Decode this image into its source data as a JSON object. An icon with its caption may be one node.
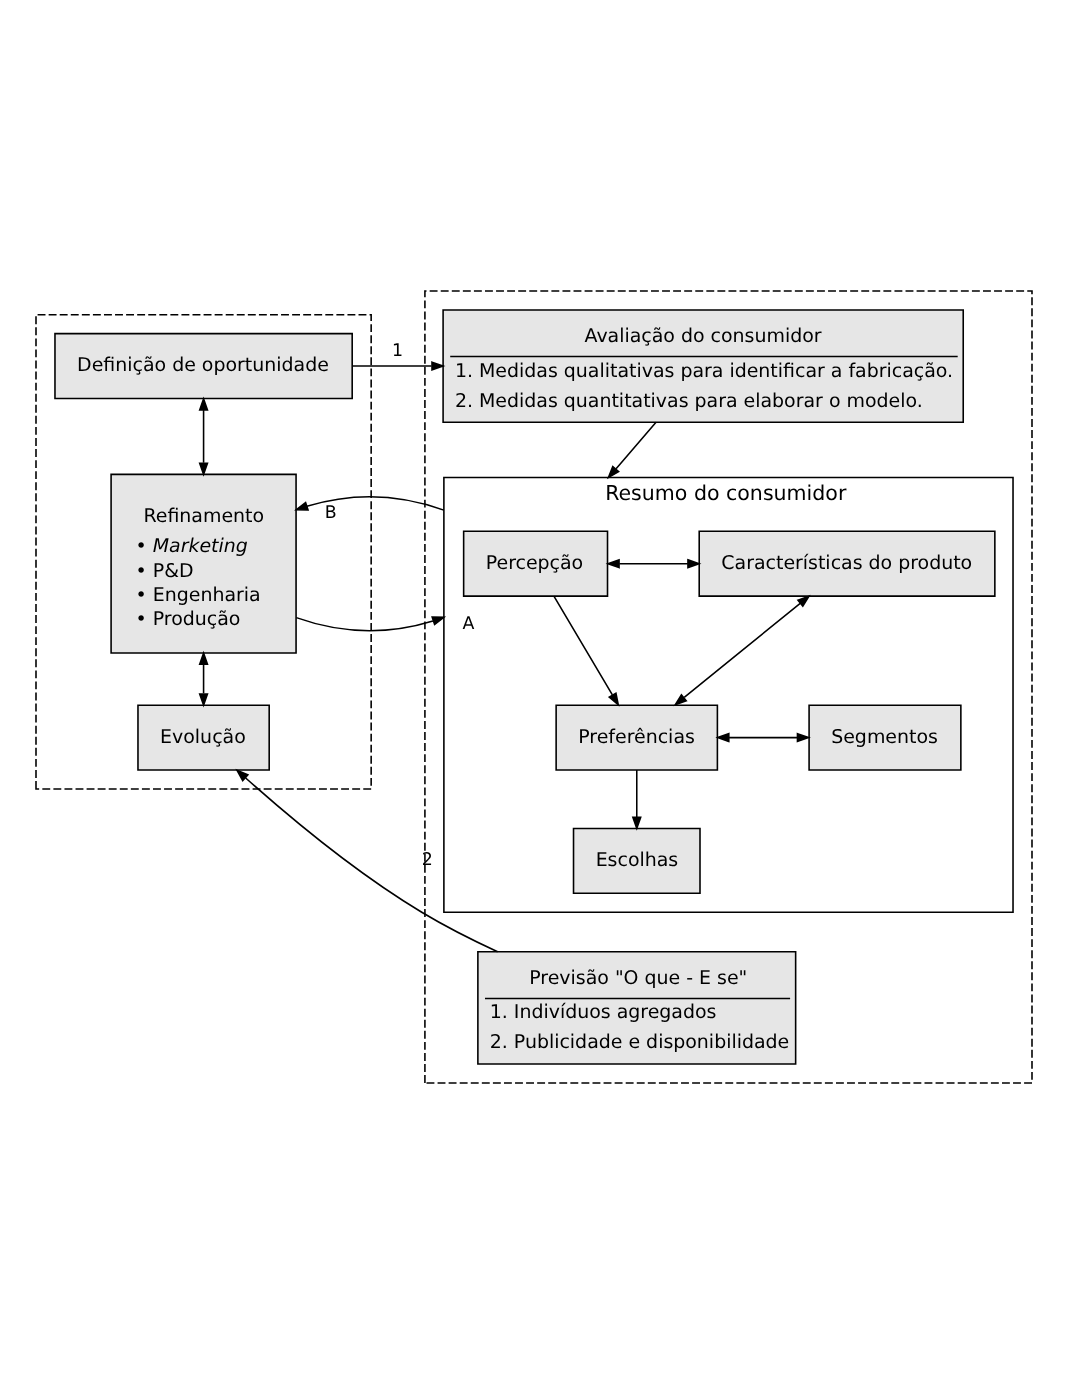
{
  "diagram": {
    "nodes": [
      {
        "text": [],
        "shape": "box"
      },
      {
        "text": [
          "Definição de oportunidade"
        ],
        "in": 0
      },
      {
        "text": [
          "Refinamento",
          "• Marketing",
          "• P&D",
          "• Engenharia",
          "• Produção"
        ],
        "in": 0
      },
      {
        "text": [
          "Evolução"
        ],
        "in": 0
      },
      {
        "text": [],
        "shape": "box"
      },
      {
        "text": [
          "Avaliação do consumidor",
          "1. Medidas qualitativas para identificar a fabricação.",
          "2. Medidas quantitativas para elaborar o modelo."
        ],
        "in": 4
      },
      {
        "text": [
          "Resumo do consumidor"
        ],
        "in": 4
      },
      {
        "text": [
          "Percepção"
        ],
        "in": 6
      },
      {
        "text": [
          "Características do produto"
        ],
        "in": 6
      },
      {
        "text": [
          "Preferências"
        ],
        "in": 6
      },
      {
        "text": [
          "Segmentos"
        ],
        "in": 6
      },
      {
        "text": [
          "Escolhas"
        ],
        "in": 6
      },
      {
        "text": [
          "Previsão \"O que - E se\"",
          "1. Indivíduos agregados",
          "2. Publicidade e disponibilidade"
        ],
        "in": 4
      }
    ],
    "edges": [
      {
        "from": 1,
        "to": 5,
        "arrow": "to",
        "label": "1"
      },
      {
        "from": 1,
        "to": 2,
        "arrow": "both"
      },
      {
        "from": 2,
        "to": 6,
        "arrow": "to",
        "label": "A"
      },
      {
        "from": 6,
        "to": 2,
        "arrow": "to",
        "label": "B"
      },
      {
        "from": 2,
        "to": 3,
        "arrow": "both"
      },
      {
        "from": 12,
        "to": 3,
        "arrow": "to",
        "label": "2"
      },
      {
        "from": 5,
        "to": 6,
        "arrow": "to"
      },
      {
        "from": 7,
        "to": 8,
        "arrow": "both"
      },
      {
        "from": 7,
        "to": 9,
        "arrow": "to"
      },
      {
        "from": 9,
        "to": 8,
        "arrow": "both"
      },
      {
        "from": 9,
        "to": 10,
        "arrow": "both"
      },
      {
        "from": 9,
        "to": 11,
        "arrow": "to"
      }
    ]
  }
}
